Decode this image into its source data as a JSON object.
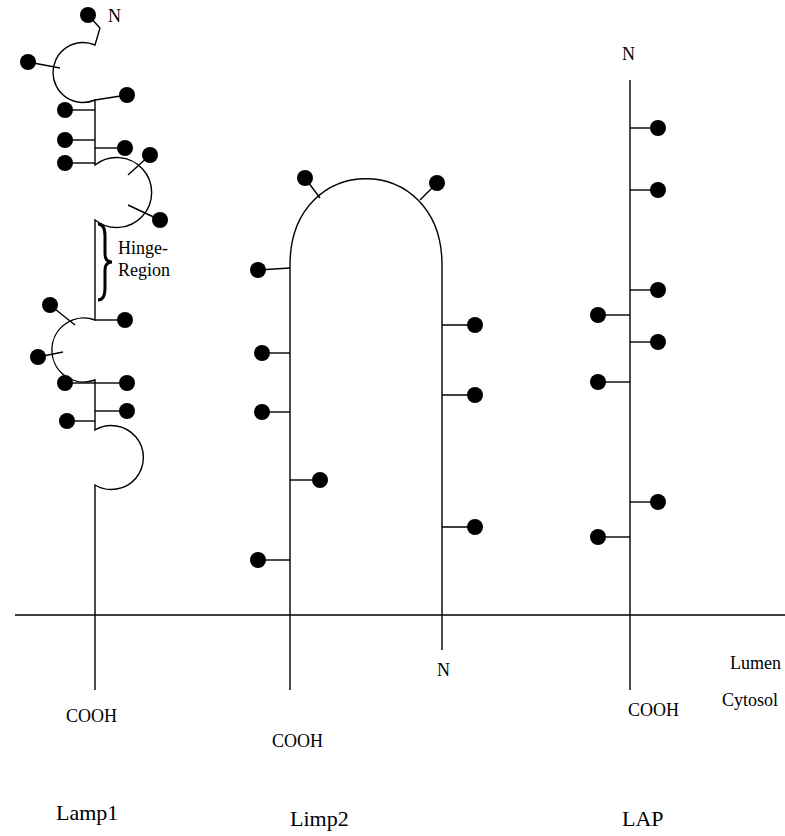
{
  "diagram": {
    "labels": [
      "N",
      "Hinge- Region",
      "Lumen",
      "Cytosol",
      "N",
      "N",
      "COOH",
      "COOH",
      "COOH",
      "Lamp1",
      "Limp2",
      "LAP"
    ]
  }
}
